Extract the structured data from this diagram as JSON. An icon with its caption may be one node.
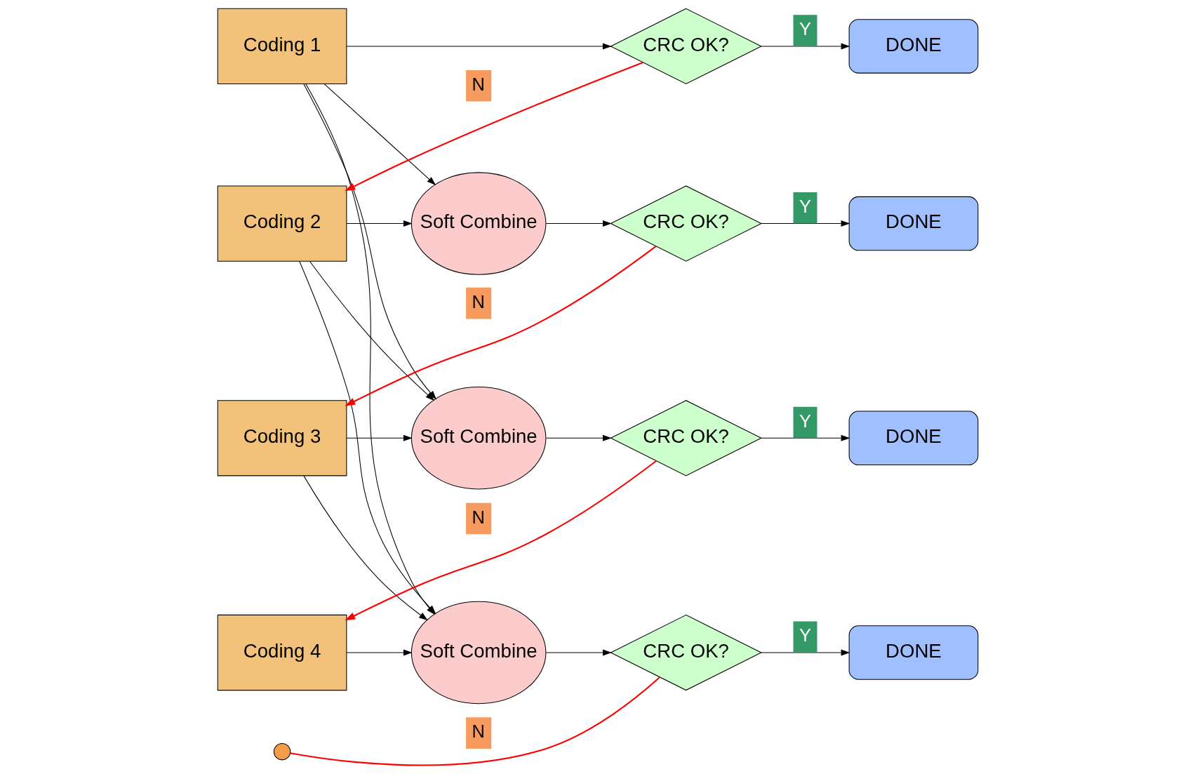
{
  "diagram": {
    "nodes": [
      {
        "text": [
          "Coding 1"
        ]
      },
      {
        "text": [
          "CRC OK?"
        ]
      },
      {
        "text": [
          "DONE"
        ]
      },
      {
        "text": [
          "Coding 2"
        ]
      },
      {
        "text": [
          "Soft Combine"
        ]
      },
      {
        "text": [
          "CRC OK?"
        ]
      },
      {
        "text": [
          "DONE"
        ]
      },
      {
        "text": [
          "Coding 3"
        ]
      },
      {
        "text": [
          "Soft Combine"
        ]
      },
      {
        "text": [
          "CRC OK?"
        ]
      },
      {
        "text": [
          "DONE"
        ]
      },
      {
        "text": [
          "Coding 4"
        ]
      },
      {
        "text": [
          "Soft Combine"
        ]
      },
      {
        "text": [
          "CRC OK?"
        ]
      },
      {
        "text": [
          "DONE"
        ]
      },
      {
        "text": [],
        "shape": "circle"
      }
    ],
    "edges": [
      {
        "from": 0,
        "to": 1,
        "arrow": "to"
      },
      {
        "from": 1,
        "to": 2,
        "arrow": "to",
        "label": "Y"
      },
      {
        "from": 1,
        "to": 3,
        "arrow": "to",
        "label": "N",
        "color": "#ff0000"
      },
      {
        "from": 0,
        "to": 4,
        "arrow": "to"
      },
      {
        "from": 0,
        "to": 8,
        "arrow": "to"
      },
      {
        "from": 0,
        "to": 12,
        "arrow": "to"
      },
      {
        "from": 3,
        "to": 4,
        "arrow": "to"
      },
      {
        "from": 3,
        "to": 8,
        "arrow": "to"
      },
      {
        "from": 3,
        "to": 12,
        "arrow": "to"
      },
      {
        "from": 4,
        "to": 5,
        "arrow": "to"
      },
      {
        "from": 5,
        "to": 6,
        "arrow": "to",
        "label": "Y"
      },
      {
        "from": 5,
        "to": 7,
        "arrow": "to",
        "label": "N",
        "color": "#ff0000"
      },
      {
        "from": 7,
        "to": 8,
        "arrow": "to"
      },
      {
        "from": 7,
        "to": 12,
        "arrow": "to"
      },
      {
        "from": 8,
        "to": 9,
        "arrow": "to"
      },
      {
        "from": 9,
        "to": 10,
        "arrow": "to",
        "label": "Y"
      },
      {
        "from": 9,
        "to": 11,
        "arrow": "to",
        "label": "N",
        "color": "#ff0000"
      },
      {
        "from": 11,
        "to": 12,
        "arrow": "to"
      },
      {
        "from": 12,
        "to": 13,
        "arrow": "to"
      },
      {
        "from": 13,
        "to": 14,
        "arrow": "to",
        "label": "Y"
      },
      {
        "from": 13,
        "to": 15,
        "arrow": "none",
        "label": "N",
        "color": "#ff0000"
      }
    ]
  }
}
